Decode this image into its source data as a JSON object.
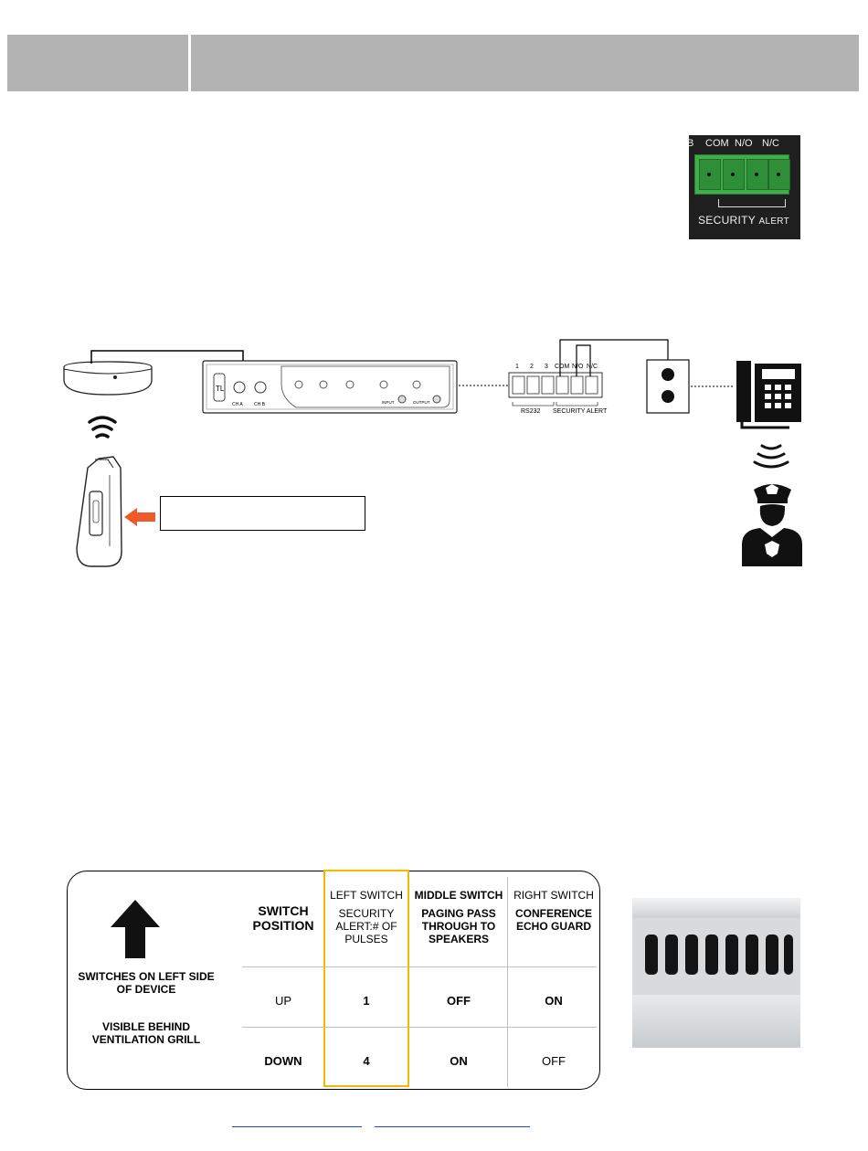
{
  "colors": {
    "header_gray": "#b3b3b3",
    "terminal_green": "#3fae49",
    "highlight": "#f5b800",
    "arrow": "#ee5a2a",
    "link": "#1a4ad0"
  },
  "terminal_photo": {
    "labels": [
      "B",
      "COM",
      "N/O",
      "N/C"
    ],
    "caption_main": "SECURITY",
    "caption_sub": "ALERT"
  },
  "diagram": {
    "device_labels": {
      "ch_a": "CH A",
      "ch_b": "CH B",
      "input": "INPUT",
      "output": "OUTPUT",
      "logo": "TL"
    },
    "terminal_numbers": [
      "1",
      "2",
      "3",
      "COM",
      "N/O",
      "N/C"
    ],
    "rs232": "RS232",
    "security_alert": "SECURITY ALERT",
    "icons": [
      "ceiling-mic-icon",
      "wireless-signal-icon",
      "panic-button-icon",
      "relay-box-icon",
      "desk-phone-icon",
      "sound-wave-icon",
      "police-officer-icon",
      "pointer-arrow-icon"
    ]
  },
  "switch_table": {
    "notes": {
      "switches": "SWITCHES ON LEFT SIDE OF DEVICE",
      "visible": "VISIBLE BEHIND VENTILATION GRILL"
    },
    "position_header_1": "SWITCH",
    "position_header_2": "POSITION",
    "columns": [
      {
        "title": "LEFT SWITCH",
        "subtitle": "SECURITY ALERT:# OF PULSES"
      },
      {
        "title": "MIDDLE SWITCH",
        "subtitle": "PAGING PASS THROUGH TO SPEAKERS"
      },
      {
        "title": "RIGHT SWITCH",
        "subtitle": "CONFERENCE ECHO GUARD"
      }
    ],
    "rows": [
      {
        "position": "UP",
        "values": [
          "1",
          "OFF",
          "ON"
        ]
      },
      {
        "position": "DOWN",
        "values": [
          "4",
          "ON",
          "OFF"
        ]
      }
    ]
  }
}
